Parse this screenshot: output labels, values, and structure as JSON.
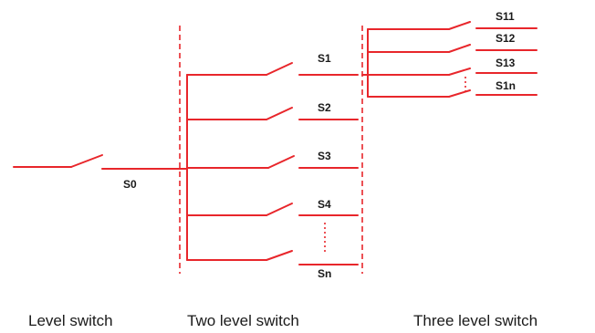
{
  "switch_labels": {
    "s0": "S0",
    "s1": "S1",
    "s2": "S2",
    "s3": "S3",
    "s4": "S4",
    "sn": "Sn",
    "s11": "S11",
    "s12": "S12",
    "s13": "S13",
    "s1n": "S1n"
  },
  "level_labels": {
    "level": "Level switch",
    "two_level": "Two level switch",
    "three_level": "Three level switch"
  },
  "colors": {
    "wire": "#e8262b",
    "text": "#1a1a1a"
  }
}
